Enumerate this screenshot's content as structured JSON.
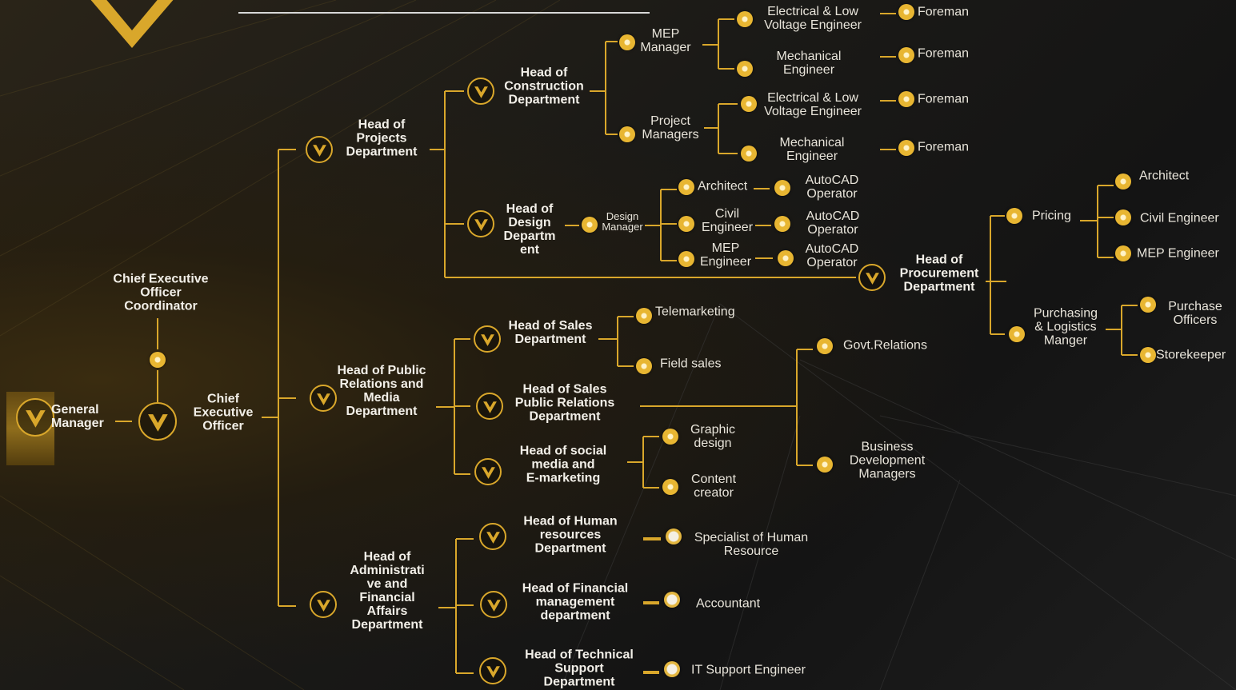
{
  "colors": {
    "accent": "#d9a72b",
    "text": "#e8e4da",
    "background": "#1b1a17"
  },
  "nodes": {
    "general_manager": "General\nManager",
    "ceo": "Chief\nExecutive\nOfficer",
    "ceo_coordinator": "Chief Executive\nOfficer\nCoordinator",
    "head_projects": "Head of\nProjects\nDepartment",
    "head_construction": "Head of\nConstruction\nDepartment",
    "mep_manager": "MEP\nManager",
    "project_managers": "Project\nManagers",
    "elv_engineer_1": "Electrical & Low\nVoltage Engineer",
    "mech_engineer_1": "Mechanical\nEngineer",
    "elv_engineer_2": "Electrical & Low\nVoltage Engineer",
    "mech_engineer_2": "Mechanical\nEngineer",
    "foreman_1": "Foreman",
    "foreman_2": "Foreman",
    "foreman_3": "Foreman",
    "foreman_4": "Foreman",
    "head_design": "Head of\nDesign\nDepartm\nent",
    "design_manager": "Design\nManager",
    "architect_design": "Architect",
    "civil_engineer_design": "Civil\nEngineer",
    "mep_engineer_design": "MEP\nEngineer",
    "autocad_1": "AutoCAD\nOperator",
    "autocad_2": "AutoCAD\nOperator",
    "autocad_3": "AutoCAD\nOperator",
    "head_procurement": "Head of\nProcurement\nDepartment",
    "pricing": "Pricing",
    "architect_pricing": "Architect",
    "civil_engineer_pricing": "Civil Engineer",
    "mep_engineer_pricing": "MEP Engineer",
    "purchasing_manager": "Purchasing\n& Logistics\nManger",
    "purchase_officers": "Purchase\nOfficers",
    "storekeeper": "Storekeeper",
    "head_pr_media": "Head of Public\nRelations and\nMedia\nDepartment",
    "head_sales": "Head of Sales\nDepartment",
    "telemarketing": "Telemarketing",
    "field_sales": "Field sales",
    "head_sales_pr": "Head of Sales\nPublic Relations\nDepartment",
    "govt_relations": "Govt.Relations",
    "business_dev": "Business\nDevelopment\nManagers",
    "head_social": "Head of social\nmedia and\nE-marketing",
    "graphic_design": "Graphic\ndesign",
    "content_creator": "Content\ncreator",
    "head_admin": "Head of\nAdministrati\nve and\nFinancial\nAffairs\nDepartment",
    "head_hr": "Head of Human\nresources\nDepartment",
    "hr_specialist": "Specialist of Human\nResource",
    "head_finance": "Head of Financial\nmanagement\ndepartment",
    "accountant": "Accountant",
    "head_tech": "Head of Technical\nSupport\nDepartment",
    "it_support": "IT Support Engineer"
  }
}
